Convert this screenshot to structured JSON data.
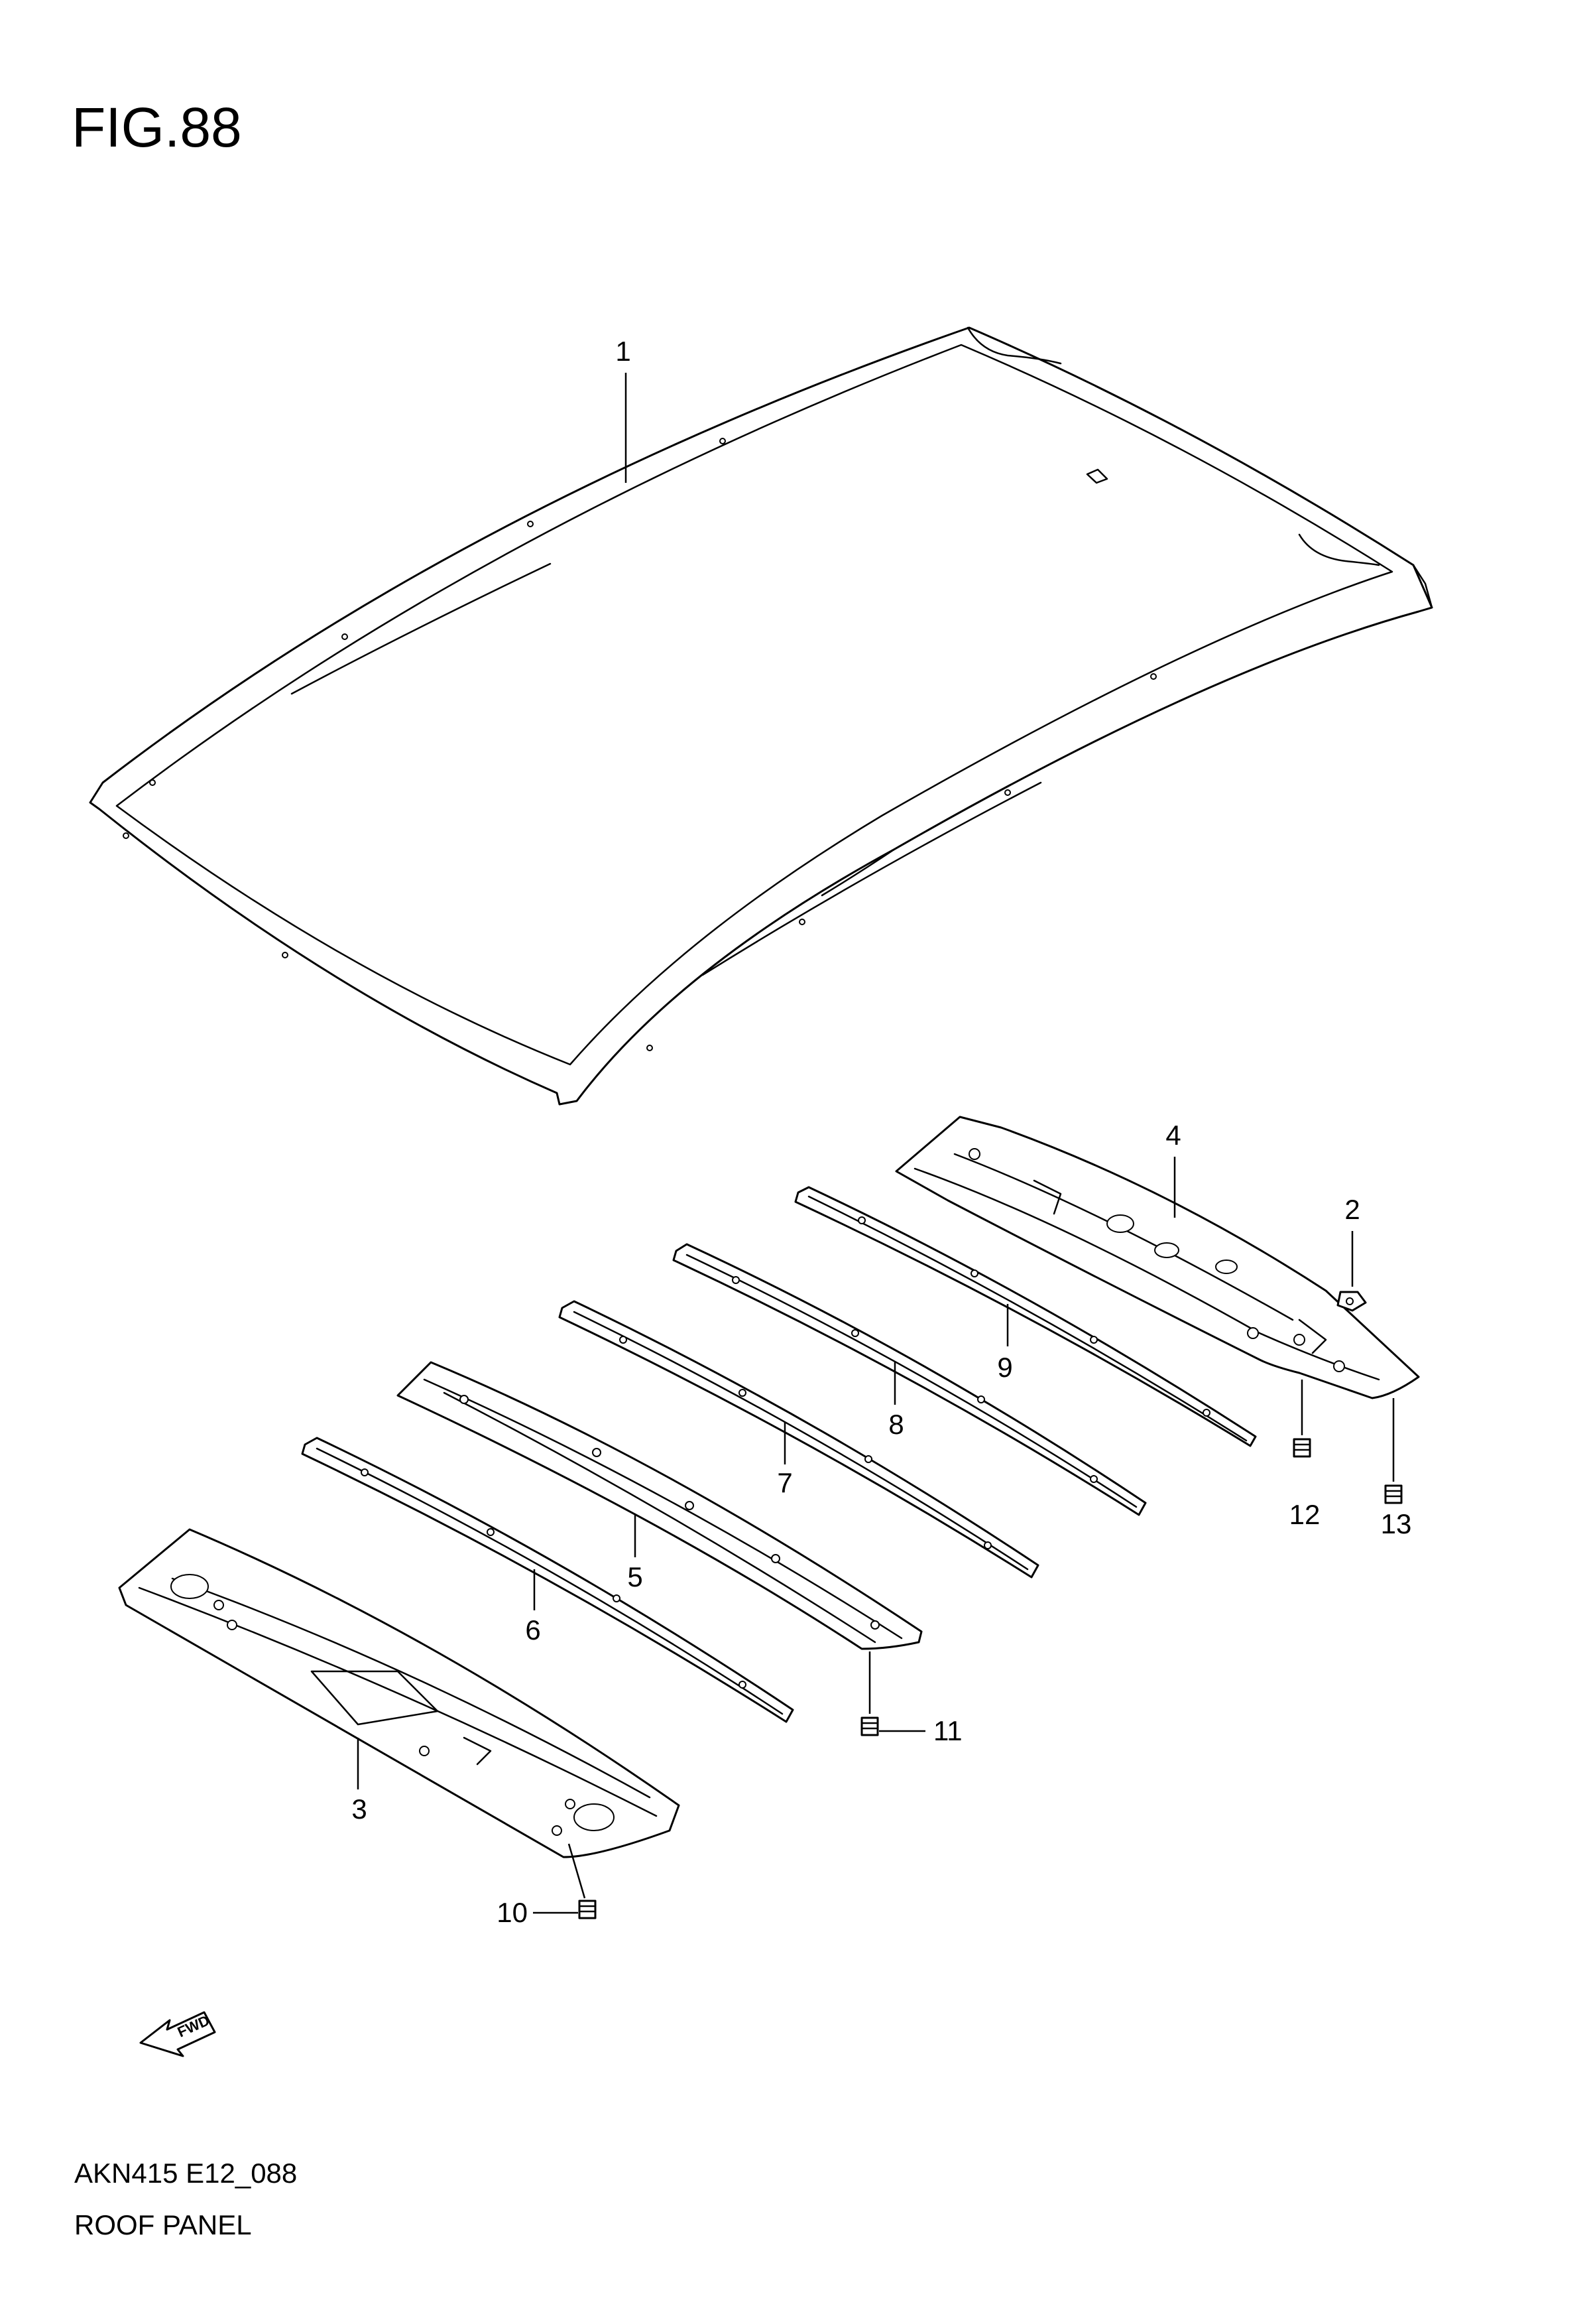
{
  "figure": {
    "title": "FIG.88"
  },
  "footer": {
    "code": "AKN415 E12_088",
    "name": "ROOF PANEL"
  },
  "fwd_label": "FWD",
  "callouts": [
    {
      "id": "c1",
      "label": "1"
    },
    {
      "id": "c2",
      "label": "2"
    },
    {
      "id": "c3",
      "label": "3"
    },
    {
      "id": "c4",
      "label": "4"
    },
    {
      "id": "c5",
      "label": "5"
    },
    {
      "id": "c6",
      "label": "6"
    },
    {
      "id": "c7",
      "label": "7"
    },
    {
      "id": "c8",
      "label": "8"
    },
    {
      "id": "c9",
      "label": "9"
    },
    {
      "id": "c10",
      "label": "10"
    },
    {
      "id": "c11",
      "label": "11"
    },
    {
      "id": "c12",
      "label": "12"
    },
    {
      "id": "c13",
      "label": "13"
    }
  ]
}
